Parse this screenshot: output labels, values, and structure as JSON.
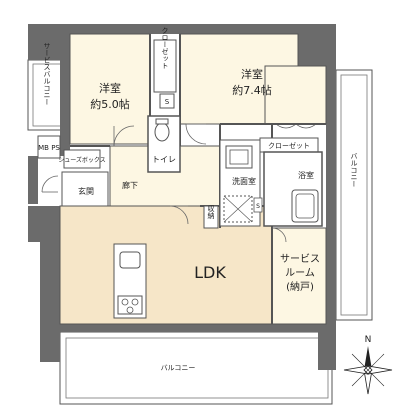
{
  "rooms": {
    "western_room_1": {
      "name": "洋室",
      "area": "約5.0帖"
    },
    "western_room_2": {
      "name": "洋室",
      "area": "約7.4帖"
    },
    "ldk": {
      "name": "LDK"
    },
    "service_room": {
      "line1": "サービス",
      "line2": "ルーム",
      "line3": "(納戸)"
    },
    "toilet": {
      "name": "トイレ"
    },
    "washroom": {
      "name": "洗面室"
    },
    "bathroom": {
      "name": "浴室"
    },
    "entrance": {
      "name": "玄関"
    },
    "hallway": {
      "name": "廊下"
    }
  },
  "storage": {
    "closet_1": "クローゼット",
    "closet_2": "クローゼット",
    "shoes_box": "シューズボックス",
    "stock": "収納",
    "mb_ps": "MB PS",
    "small_s1": "S",
    "small_s2": "S"
  },
  "balconies": {
    "service_balcony": "サービスバルコニー",
    "right_balcony": "バルコニー",
    "bottom_balcony": "バルコニー"
  },
  "compass": {
    "north": "N"
  },
  "colors": {
    "ldk_floor": "#f6e6c8",
    "room_floor": "#fdf7e3",
    "wall": "#6b6b6b",
    "wet_area": "#ffffff",
    "storage_floor": "#ffffff",
    "line": "#555555"
  }
}
